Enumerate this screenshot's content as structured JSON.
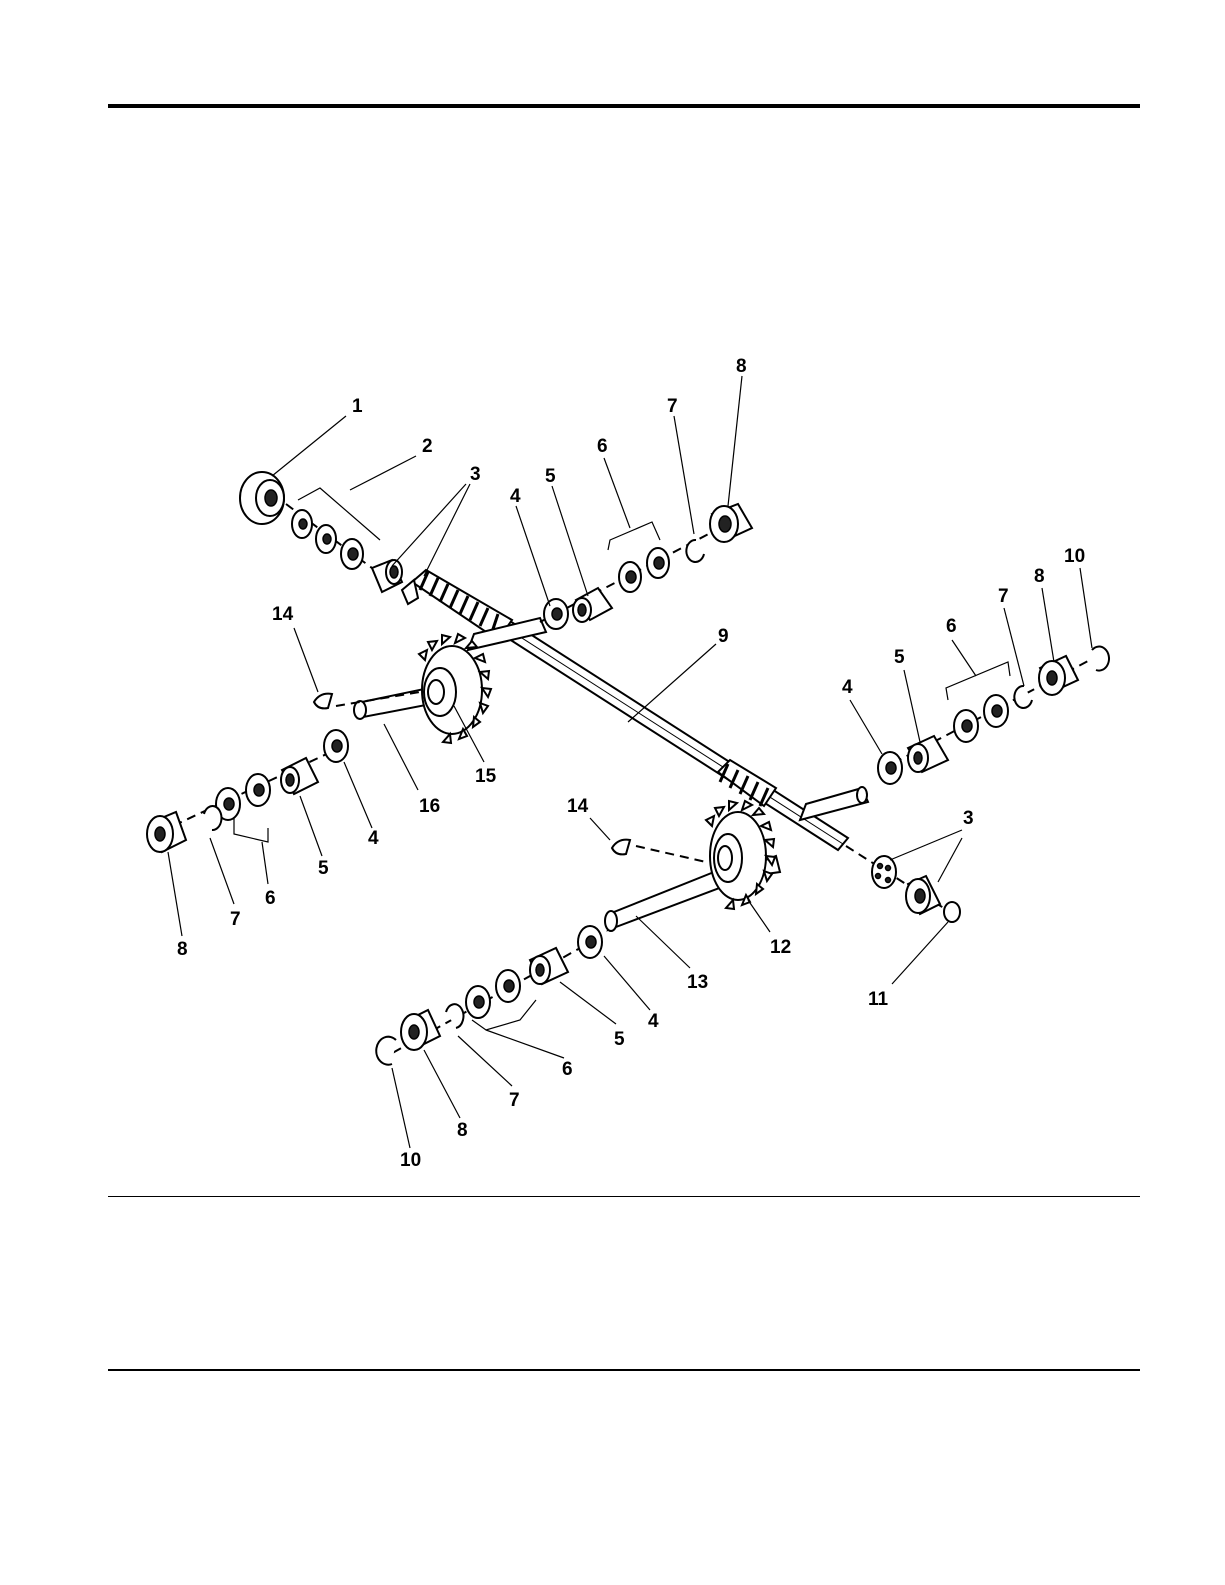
{
  "page": {
    "background": "#ffffff",
    "rule_color": "#000000"
  },
  "diagram": {
    "callouts": [
      {
        "id": "c1",
        "text": "1"
      },
      {
        "id": "c2",
        "text": "2"
      },
      {
        "id": "c3a",
        "text": "3"
      },
      {
        "id": "c4a",
        "text": "4"
      },
      {
        "id": "c5a",
        "text": "5"
      },
      {
        "id": "c6a",
        "text": "6"
      },
      {
        "id": "c7a",
        "text": "7"
      },
      {
        "id": "c8a",
        "text": "8"
      },
      {
        "id": "c14a",
        "text": "14"
      },
      {
        "id": "c9",
        "text": "9"
      },
      {
        "id": "c10a",
        "text": "10"
      },
      {
        "id": "c8b",
        "text": "8"
      },
      {
        "id": "c7b",
        "text": "7"
      },
      {
        "id": "c6b",
        "text": "6"
      },
      {
        "id": "c5b",
        "text": "5"
      },
      {
        "id": "c4b",
        "text": "4"
      },
      {
        "id": "c15",
        "text": "15"
      },
      {
        "id": "c16",
        "text": "16"
      },
      {
        "id": "c4c",
        "text": "4"
      },
      {
        "id": "c5c",
        "text": "5"
      },
      {
        "id": "c6c",
        "text": "6"
      },
      {
        "id": "c7c",
        "text": "7"
      },
      {
        "id": "c8c",
        "text": "8"
      },
      {
        "id": "c14b",
        "text": "14"
      },
      {
        "id": "c3b",
        "text": "3"
      },
      {
        "id": "c12",
        "text": "12"
      },
      {
        "id": "c13",
        "text": "13"
      },
      {
        "id": "c11",
        "text": "11"
      },
      {
        "id": "c4d",
        "text": "4"
      },
      {
        "id": "c5d",
        "text": "5"
      },
      {
        "id": "c6d",
        "text": "6"
      },
      {
        "id": "c7d",
        "text": "7"
      },
      {
        "id": "c8d",
        "text": "8"
      },
      {
        "id": "c10b",
        "text": "10"
      }
    ]
  }
}
